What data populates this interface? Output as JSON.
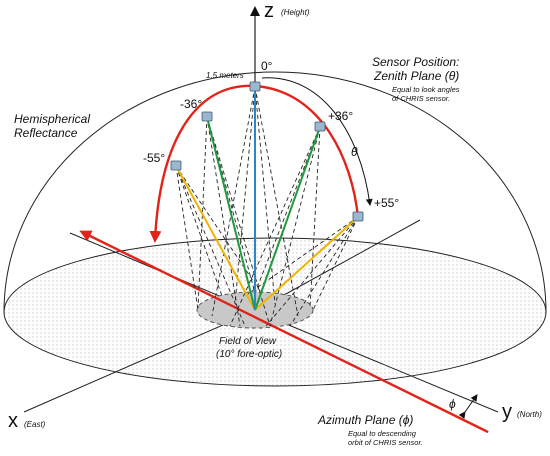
{
  "axes": {
    "z_label": "z",
    "z_sub": "(Height)",
    "x_label": "x",
    "x_sub": "(East)",
    "y_label": "y",
    "y_sub": "(North)"
  },
  "labels": {
    "height_value": "1.5 meters",
    "hemispherical": "Hemispherical",
    "reflectance": "Reflectance",
    "sensor_title_1": "Sensor Position:",
    "sensor_title_2": "Zenith Plane (θ)",
    "sensor_note_1": "Equal to look angles",
    "sensor_note_2": "of CHRIS sensor.",
    "theta": "θ",
    "phi": "ϕ",
    "fov_1": "Field of View",
    "fov_2": "(10° fore-optic)",
    "azimuth_title": "Azimuth Plane (ϕ)",
    "azimuth_note_1": "Equal to descending",
    "azimuth_note_2": "orbit of CHRIS sensor."
  },
  "angles": [
    "0°",
    "-36°",
    "+36°",
    "-55°",
    "+55°"
  ],
  "colors": {
    "arc": "#e2231a",
    "azimuth_axis": "#e2231a",
    "nadir_ray": "#2b86c8",
    "ray_36": "#1f9a3c",
    "ray_55": "#f0b400",
    "sensor": "#9bb7cf",
    "fov": "#c8c8c8"
  }
}
